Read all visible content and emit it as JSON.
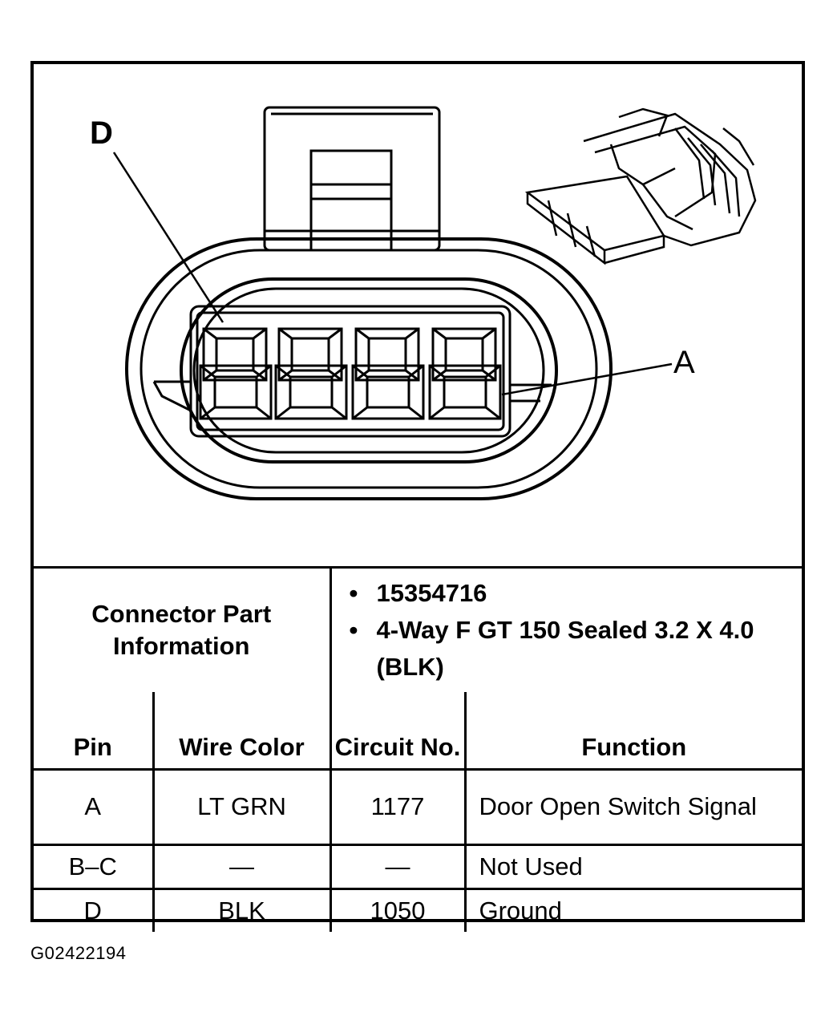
{
  "diagram": {
    "callout_d": "D",
    "callout_a": "A"
  },
  "connector_info": {
    "label": "Connector Part Information",
    "values": [
      "15354716",
      "4-Way F GT 150 Sealed 3.2 X 4.0 (BLK)"
    ]
  },
  "table": {
    "headers": [
      "Pin",
      "Wire Color",
      "Circuit No.",
      "Function"
    ],
    "rows": [
      {
        "pin": "A",
        "wire_color": "LT GRN",
        "circuit": "1177",
        "function": "Door Open Switch Signal"
      },
      {
        "pin": "B–C",
        "wire_color": "—",
        "circuit": "—",
        "function": "Not Used"
      },
      {
        "pin": "D",
        "wire_color": "BLK",
        "circuit": "1050",
        "function": "Ground"
      }
    ]
  },
  "figure_code": "G02422194"
}
